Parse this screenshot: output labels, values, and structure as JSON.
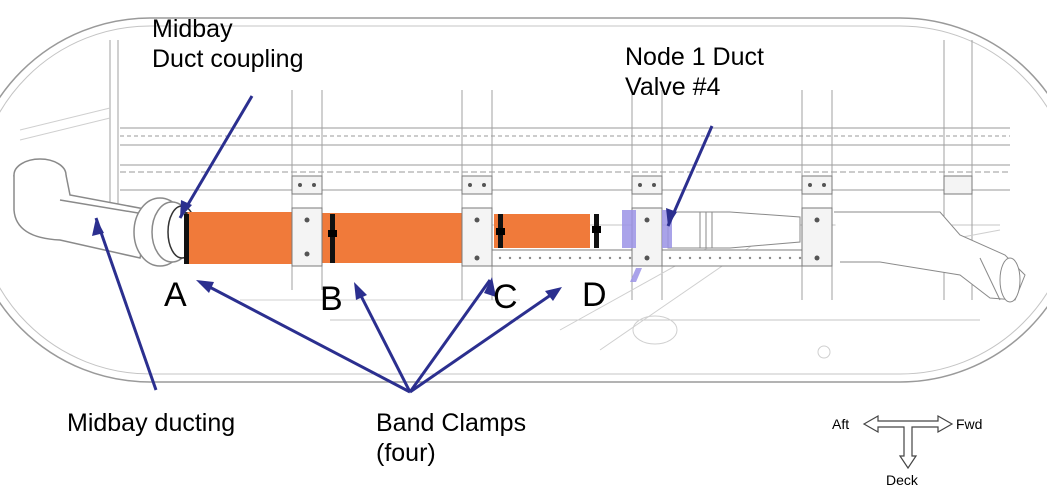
{
  "labels": {
    "midbay_duct_coupling": [
      "Midbay",
      "Duct coupling"
    ],
    "node1_duct_valve": [
      "Node 1 Duct",
      "Valve #4"
    ],
    "midbay_ducting": "Midbay ducting",
    "band_clamps": [
      "Band Clamps",
      "(four)"
    ]
  },
  "clamp_letters": [
    "A",
    "B",
    "C",
    "D"
  ],
  "orientation": {
    "aft": "Aft",
    "fwd": "Fwd",
    "deck": "Deck"
  },
  "colors": {
    "duct_orange": "#f07a3a",
    "pointer_blue": "#2b2f8f",
    "valve_violet": "#9b93e6",
    "line_gray": "#8a8a8a"
  }
}
